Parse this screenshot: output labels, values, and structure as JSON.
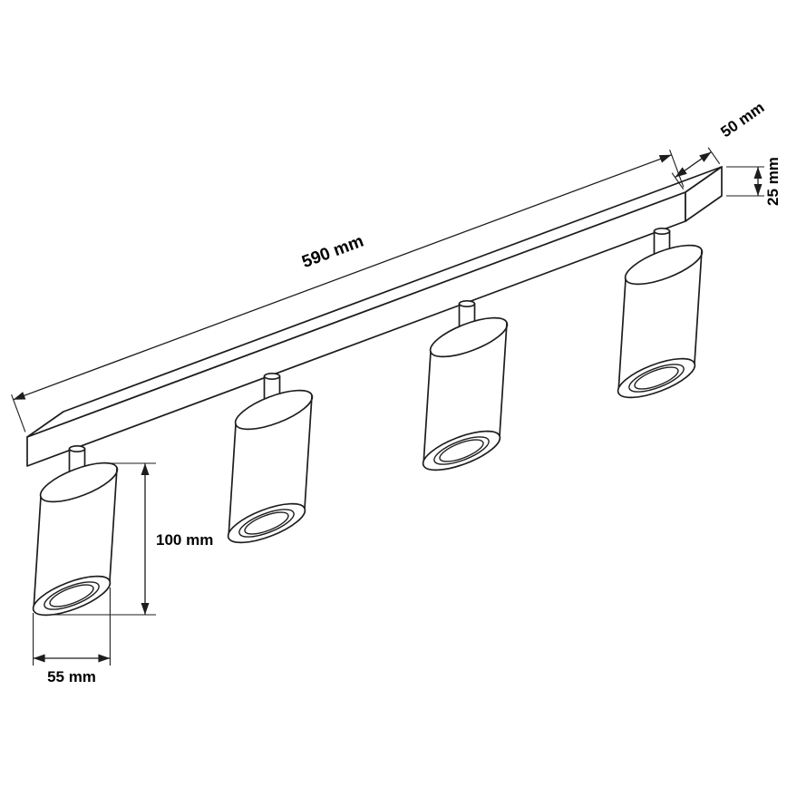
{
  "dims": {
    "rail_length": "590 mm",
    "rail_depth": "50 mm",
    "rail_height": "25 mm",
    "spotlight_height": "100 mm",
    "spotlight_diameter": "55 mm"
  },
  "colors": {
    "line": "#1d1d1d",
    "background": "#ffffff",
    "text": "#000000"
  }
}
